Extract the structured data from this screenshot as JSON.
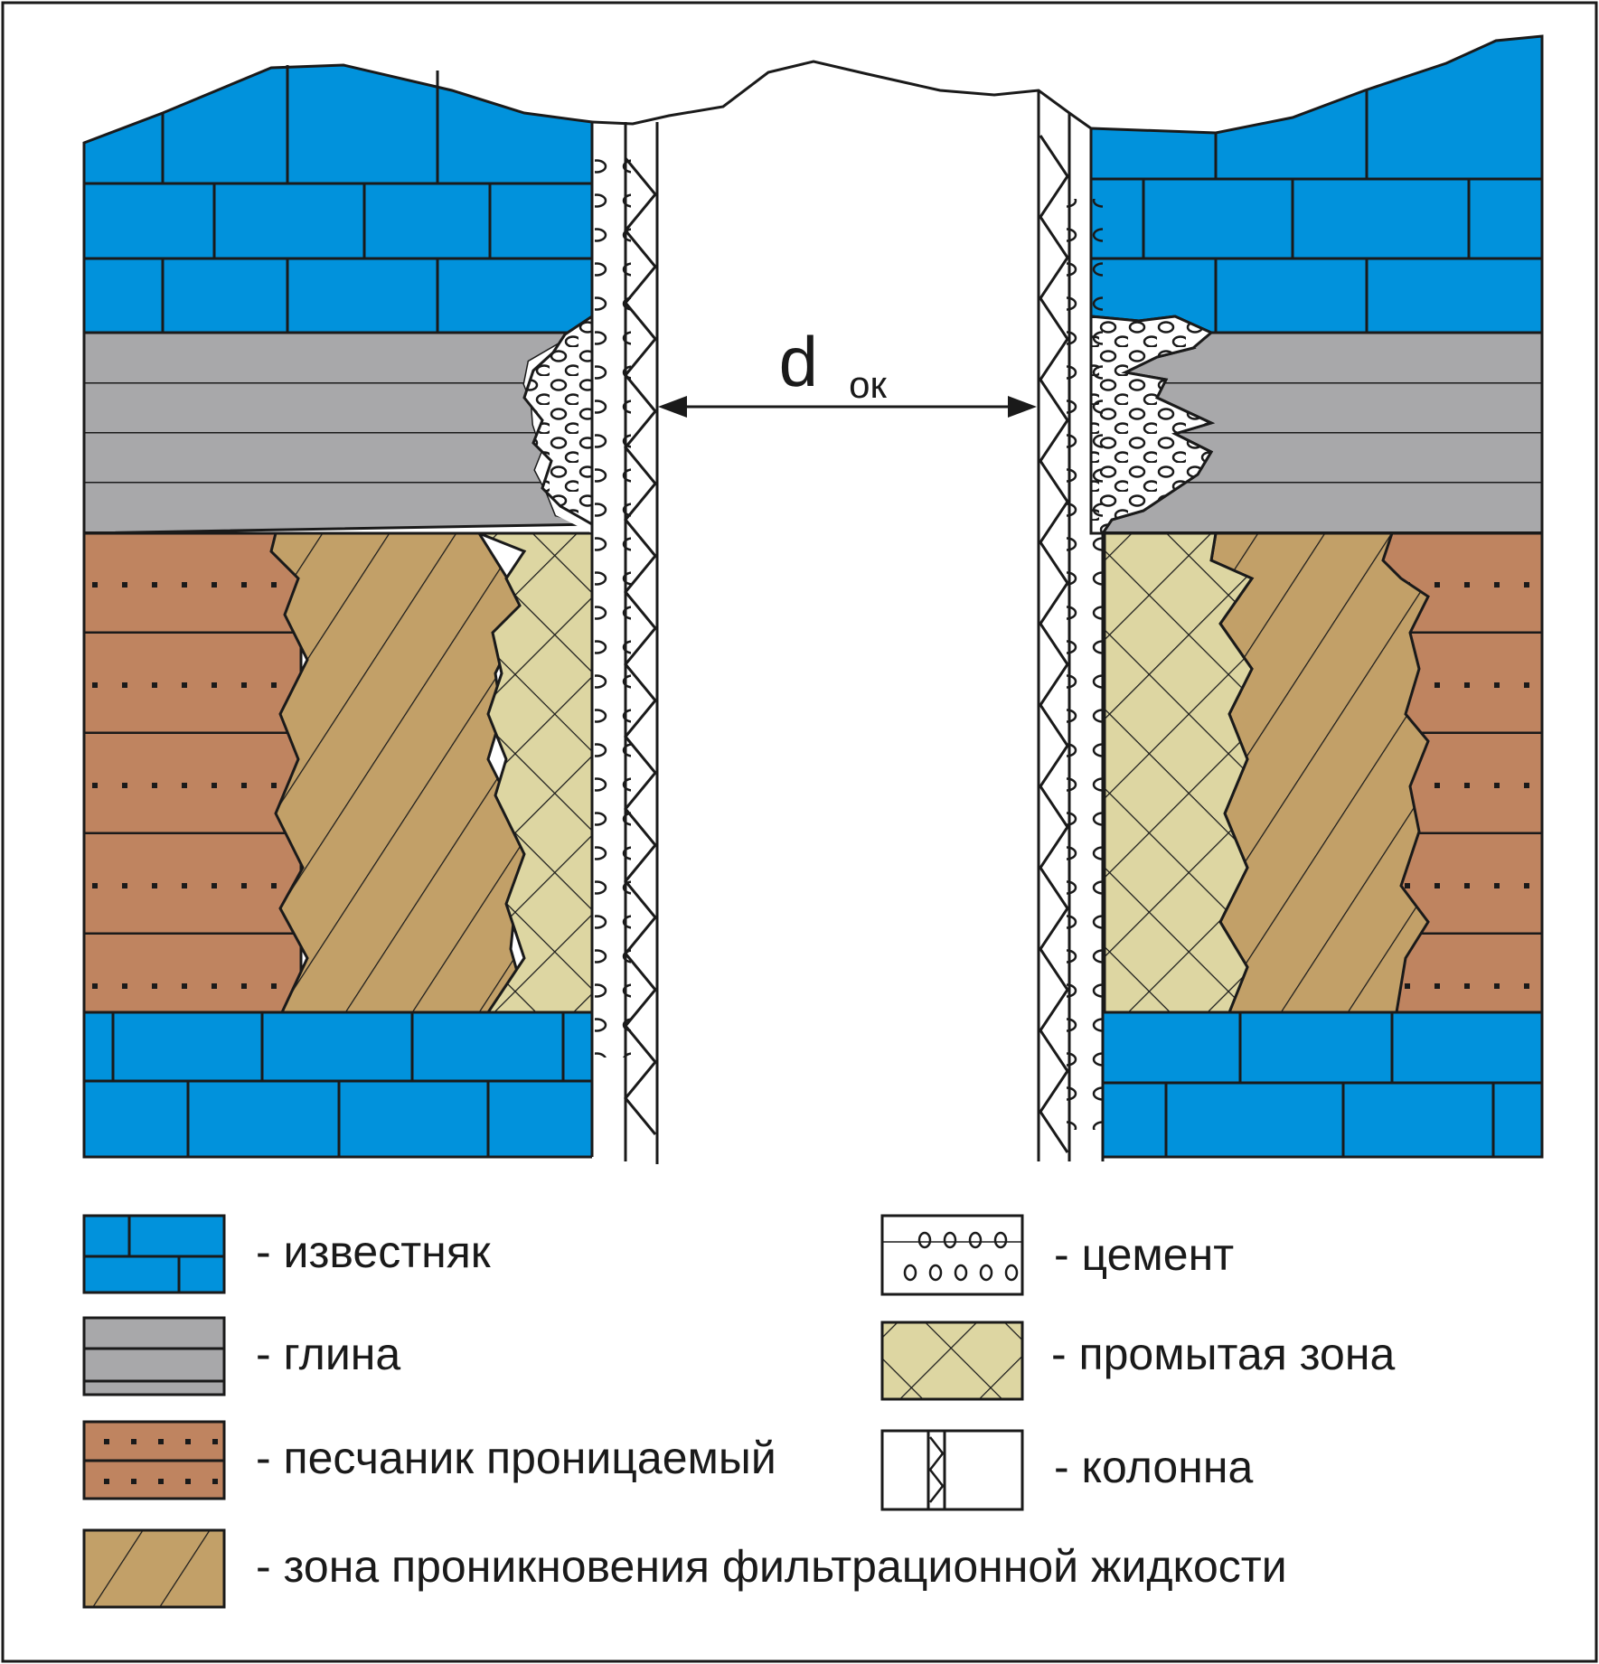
{
  "diagram": {
    "dimension": {
      "symbol": "d",
      "subscript": "ок"
    },
    "legend": [
      {
        "id": "limestone",
        "label": "- известняк"
      },
      {
        "id": "clay",
        "label": "- глина"
      },
      {
        "id": "sandstone",
        "label": "- песчаник проницаемый"
      },
      {
        "id": "invasion",
        "label": "- зона проникновения фильтрационной жидкости"
      },
      {
        "id": "cement",
        "label": "- цемент"
      },
      {
        "id": "flushed",
        "label": "- промытая зона"
      },
      {
        "id": "casing",
        "label": "- колонна"
      }
    ],
    "colors": {
      "limestone": "#0192dc",
      "clay": "#a8a8aa",
      "sandstone": "#bf8460",
      "invasion": "#c2a068",
      "flushed": "#ddd6a2",
      "cement": "#ffffff",
      "line": "#1a1a1a"
    }
  }
}
